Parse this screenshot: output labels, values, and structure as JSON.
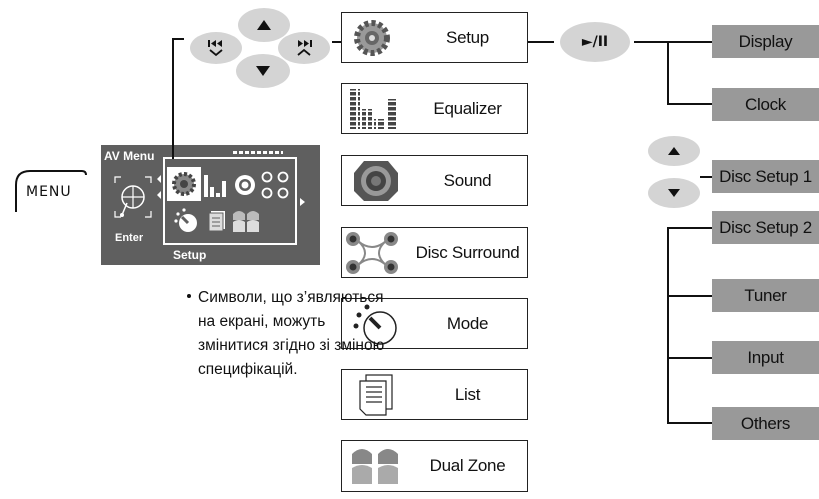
{
  "menu_button": {
    "label": "MENU"
  },
  "screen": {
    "title": "AV Menu",
    "enter_label": "Enter",
    "caption": "Setup"
  },
  "nav_buttons": {
    "prev_icon": "skip-back-down-icon",
    "up_icon": "up-triangle-icon",
    "down_icon": "down-triangle-icon",
    "next_icon": "skip-forward-up-icon",
    "play_pause_label": "►/II"
  },
  "menu_items": [
    {
      "label": "Setup",
      "icon": "gear-icon"
    },
    {
      "label": "Equalizer",
      "icon": "equalizer-bars-icon"
    },
    {
      "label": "Sound",
      "icon": "speaker-icon"
    },
    {
      "label": "Disc Surround",
      "icon": "surround-speakers-icon"
    },
    {
      "label": "Mode",
      "icon": "mode-knob-icon"
    },
    {
      "label": "List",
      "icon": "list-document-icon"
    },
    {
      "label": "Dual Zone",
      "icon": "dual-zone-seats-icon"
    }
  ],
  "setup_items": [
    {
      "label": "Display"
    },
    {
      "label": "Clock"
    },
    {
      "label": "Disc Setup 1"
    },
    {
      "label": "Disc Setup 2"
    },
    {
      "label": "Tuner"
    },
    {
      "label": "Input"
    },
    {
      "label": "Others"
    }
  ],
  "note": {
    "lines": [
      "Символи, що з’являються",
      "на екрані, можуть",
      "змінитися згідно зі зміною",
      "специфікацій."
    ]
  },
  "colors": {
    "oval": "#d4d4d4",
    "submenu_box": "#999999",
    "screen": "#5f5f5f"
  }
}
